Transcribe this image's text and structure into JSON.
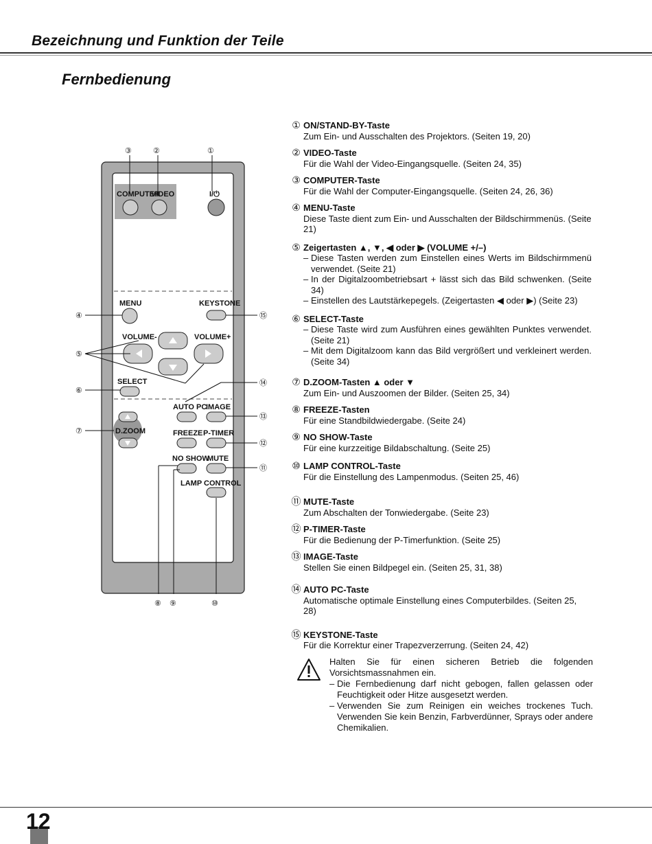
{
  "header": {
    "title": "Bezeichnung und Funktion der Teile"
  },
  "section": {
    "title": "Fernbedienung"
  },
  "remote": {
    "callouts": [
      "③",
      "②",
      "①",
      "④",
      "⑤",
      "⑥",
      "⑦",
      "⑧",
      "⑨",
      "⑩",
      "⑪",
      "⑫",
      "⑬",
      "⑭",
      "⑮"
    ],
    "labels": {
      "computer": "COMPUTER",
      "video": "VIDEO",
      "power": "I/⏻",
      "menu": "MENU",
      "keystone": "KEYSTONE",
      "volume_minus": "VOLUME-",
      "volume_plus": "VOLUME+",
      "select": "SELECT",
      "auto_pc": "AUTO PC",
      "image": "IMAGE",
      "dzoom": "D.ZOOM",
      "freeze": "FREEZE",
      "ptimer": "P-TIMER",
      "no_show": "NO SHOW",
      "mute": "MUTE",
      "lamp_control": "LAMP CONTROL"
    }
  },
  "items": [
    {
      "num": "1",
      "title": "ON/STAND-BY-Taste",
      "desc": "Zum Ein- und Ausschalten des Projektors. (Seiten 19, 20)"
    },
    {
      "num": "2",
      "title": "VIDEO-Taste",
      "desc": "Für die Wahl der Video-Eingangsquelle. (Seiten 24, 35)"
    },
    {
      "num": "3",
      "title": "COMPUTER-Taste",
      "desc": "Für die Wahl der Computer-Eingangsquelle. (Seiten 24, 26, 36)"
    },
    {
      "num": "4",
      "title": "MENU-Taste",
      "desc": "Diese Taste dient zum Ein- und Ausschalten der Bildschirmmenüs. (Seite 21)"
    },
    {
      "num": "5",
      "title": "Zeigertasten ▲, ▼, ◀ oder ▶ (VOLUME +/–)",
      "bullets": [
        "Diese Tasten werden zum Einstellen eines Werts im Bildschirmmenü verwendet. (Seite 21)",
        "In der Digitalzoombetriebsart + lässt sich das Bild schwenken. (Seite 34)",
        "Einstellen des Lautstärkepegels. (Zeigertasten ◀ oder ▶) (Seite 23)"
      ]
    },
    {
      "num": "6",
      "title": "SELECT-Taste",
      "bullets": [
        "Diese Taste wird zum Ausführen eines gewählten Punktes verwendet. (Seite 21)",
        "Mit dem Digitalzoom kann das Bild vergrößert und verkleinert werden. (Seite 34)"
      ]
    },
    {
      "num": "7",
      "title": "D.ZOOM-Tasten ▲ oder ▼",
      "desc": "Zum Ein- und Auszoomen der Bilder. (Seiten 25, 34)"
    },
    {
      "num": "8",
      "title": "FREEZE-Tasten",
      "desc": "Für eine Standbildwiedergabe. (Seite 24)"
    },
    {
      "num": "9",
      "title": "NO SHOW-Taste",
      "desc": "Für eine kurzzeitige Bildabschaltung. (Seite 25)"
    },
    {
      "num": "10",
      "title": "LAMP CONTROL-Taste",
      "desc": "Für die Einstellung des Lampenmodus. (Seiten 25, 46)"
    },
    {
      "num": "11",
      "title": "MUTE-Taste",
      "desc": "Zum Abschalten der Tonwiedergabe. (Seite 23)"
    },
    {
      "num": "12",
      "title": "P-TIMER-Taste",
      "desc": "Für die Bedienung der P-Timerfunktion. (Seite 25)"
    },
    {
      "num": "13",
      "title": "IMAGE-Taste",
      "desc": "Stellen Sie einen Bildpegel ein. (Seiten 25, 31, 38)"
    },
    {
      "num": "14",
      "title": "AUTO PC-Taste",
      "desc": "Automatische optimale Einstellung eines Computerbildes. (Seiten 25, 28)"
    },
    {
      "num": "15",
      "title": "KEYSTONE-Taste",
      "desc": "Für die Korrektur einer Trapezverzerrung. (Seiten 24, 42)"
    }
  ],
  "caution": {
    "intro": "Halten Sie für einen sicheren Betrieb die folgenden Vorsichtsmassnahmen ein.",
    "bullets": [
      "Die Fernbedienung darf nicht gebogen, fallen gelassen oder Feuchtigkeit oder Hitze ausgesetzt werden.",
      "Verwenden Sie zum Reinigen ein weiches trockenes Tuch. Verwenden Sie kein Benzin, Farbverdünner, Sprays oder andere Chemikalien."
    ]
  },
  "footer": {
    "page_number": "12"
  }
}
